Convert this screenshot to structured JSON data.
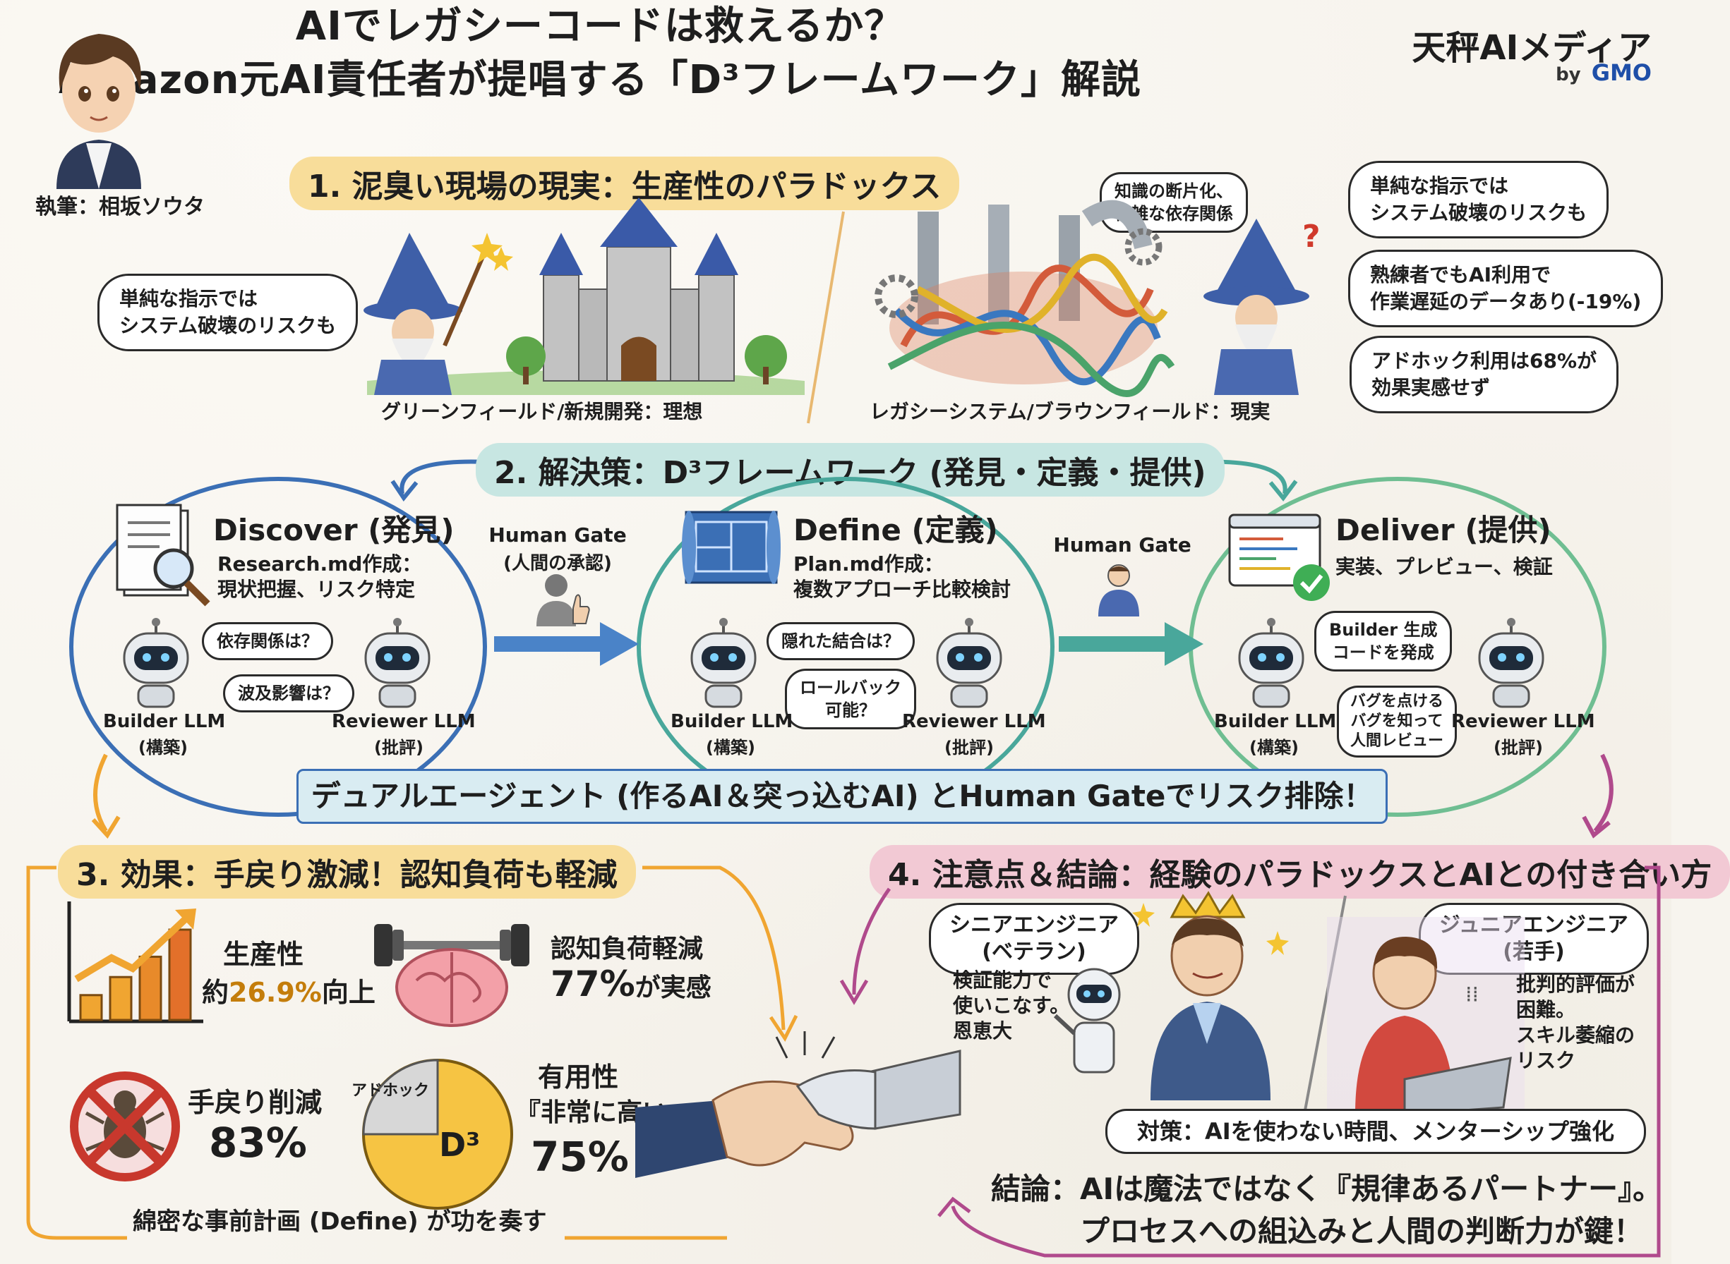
{
  "title": {
    "line1": "AIでレガシーコードは救えるか？",
    "line2": "Amazon元AI責任者が提唱する「D³フレームワーク」解説"
  },
  "brand": {
    "name": "天秤AIメディア",
    "by": "by",
    "company": "GMO"
  },
  "author": {
    "label": "執筆：相坂ソウタ"
  },
  "colors": {
    "blue": "#3b6fb5",
    "teal": "#49a79b",
    "green": "#5ab88a",
    "orange": "#f0a531",
    "purple": "#b04a8c",
    "yellow": "#f6d98b"
  },
  "section1": {
    "heading": "1. 泥臭い現場の現実：生産性のパラドックス",
    "left_bubble": [
      "単純な指示では",
      "システム破壊のリスクも"
    ],
    "left_caption": "グリーンフィールド/新規開発：理想",
    "right_caption": "レガシーシステム/ブラウンフィールド：現実",
    "knowledge_bubble": [
      "知識の断片化、",
      "複雑な依存関係"
    ],
    "right_bubbles": [
      [
        "単純な指示では",
        "システム破壊のリスクも"
      ],
      [
        "熟練者でもAI利用で",
        "作業遅延のデータあり(-19%)"
      ],
      [
        "アドホック利用は68%が",
        "効果実感せず"
      ]
    ]
  },
  "section2": {
    "heading": "2. 解決策：D³フレームワーク (発見・定義・提供)",
    "discover": {
      "title": "Discover (発見)",
      "desc": [
        "Research.md作成：",
        "現状把握、リスク特定"
      ],
      "q1": "依存関係は？",
      "q2": "波及影響は？"
    },
    "define": {
      "title": "Define (定義)",
      "desc": [
        "Plan.md作成：",
        "複数アプローチ比較検討"
      ],
      "q1": "隠れた結合は？",
      "q2": [
        "ロールバック",
        "可能？"
      ]
    },
    "deliver": {
      "title": "Deliver (提供)",
      "desc": "実装、プレビュー、検証",
      "q1": [
        "Builder 生成",
        "コードを発成"
      ],
      "q2": [
        "バグを点ける",
        "バグを知って",
        "人間レビュー"
      ]
    },
    "builder": {
      "name": "Builder LLM",
      "role": "(構築)"
    },
    "reviewer": {
      "name": "Reviewer LLM",
      "role": "(批評)"
    },
    "gate1": {
      "label": "Human Gate",
      "sub": "(人間の承認)"
    },
    "gate2": {
      "label": "Human Gate"
    },
    "banner": "デュアルエージェント (作るAI＆突っ込むAI) とHuman Gateでリスク排除！"
  },
  "section3": {
    "heading": "3. 効果：手戻り激減！認知負荷も軽減",
    "productivity": {
      "label": "生産性",
      "prefix": "約",
      "value": "26.9%",
      "suffix": "向上"
    },
    "cognitive": {
      "label": "認知負荷軽減",
      "value": "77%",
      "suffix": "が実感"
    },
    "rework": {
      "label": "手戻り削減",
      "value": "83%"
    },
    "usefulness": {
      "label": "有用性",
      "quote": "『非常に高い』",
      "value": "75%"
    },
    "pie": {
      "adhoc_label": "アドホック",
      "d3_label": "D³",
      "adhoc_share": 0.25
    },
    "bar_levels": [
      0.22,
      0.38,
      0.56,
      0.8
    ],
    "footer": "綿密な事前計画 (Define) が功を奏す"
  },
  "section4": {
    "heading": "4. 注意点＆結論：経験のパラドックスとAIとの付き合い方",
    "senior": {
      "label": [
        "シニアエンジニア",
        "(ベテラン)"
      ],
      "desc": [
        "検証能力で",
        "使いこなす。",
        "恩恵大"
      ]
    },
    "junior": {
      "label": [
        "ジュニアエンジニア",
        "(若手)"
      ],
      "desc": [
        "批判的評価が",
        "困難。",
        "スキル萎縮の",
        "リスク"
      ]
    },
    "measure": "対策：AIを使わない時間、メンターシップ強化",
    "conclusion1": "結論：AIは魔法ではなく『規律あるパートナー』。",
    "conclusion2": "プロセスへの組込みと人間の判断力が鍵！"
  }
}
